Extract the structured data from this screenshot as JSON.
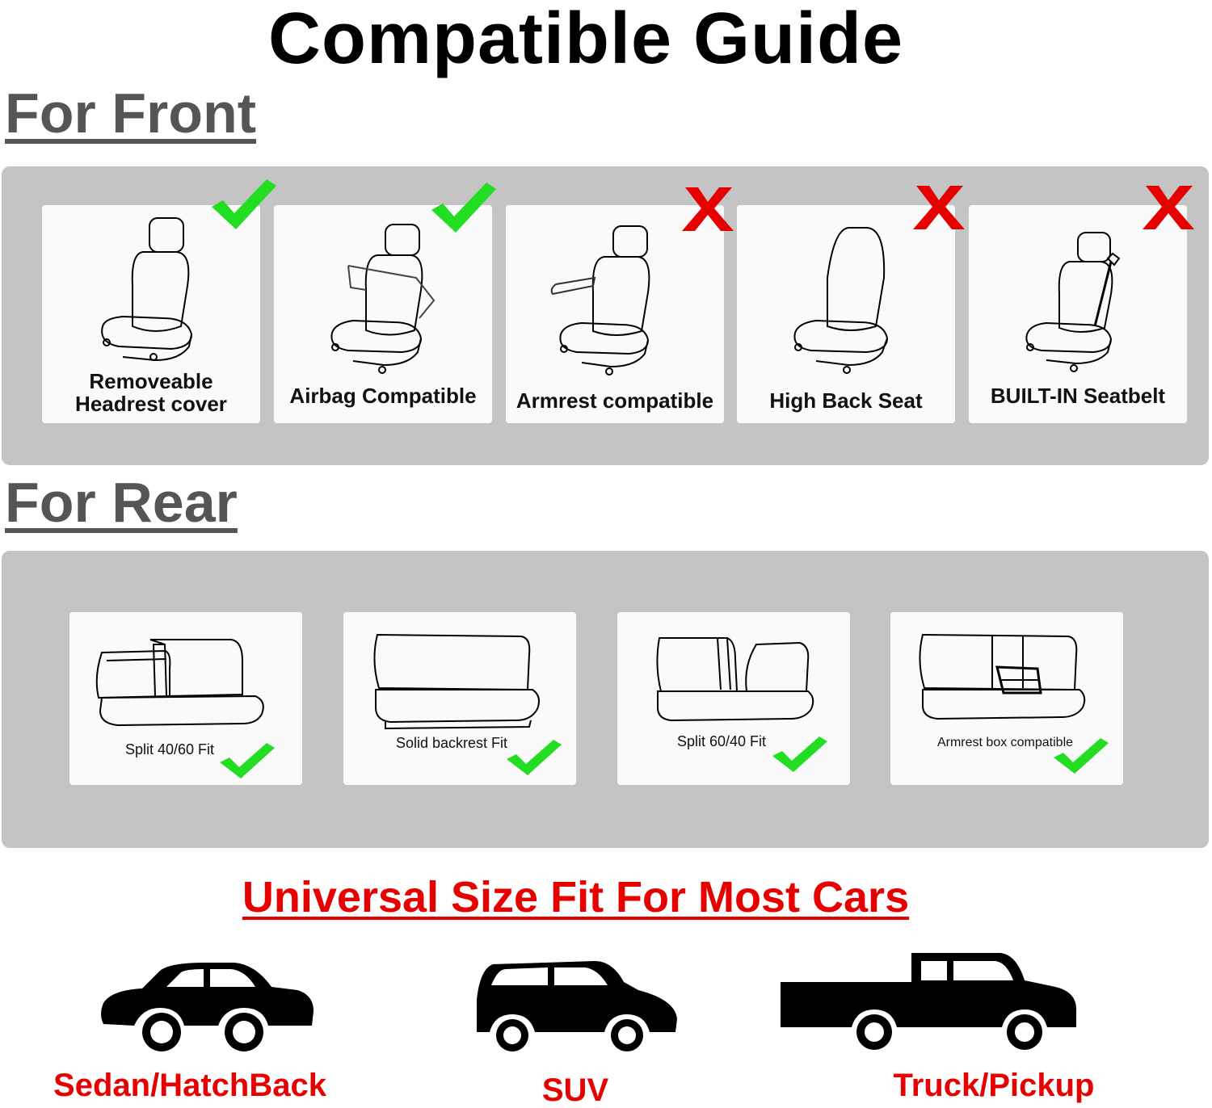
{
  "title": "Compatible Guide",
  "front": {
    "heading": "For Front",
    "items": [
      {
        "label": "Removeable Headrest cover",
        "status": "yes"
      },
      {
        "label": "Airbag Compatible",
        "status": "yes"
      },
      {
        "label": "Armrest compatible",
        "status": "no"
      },
      {
        "label": "High Back Seat",
        "status": "no"
      },
      {
        "label": "BUILT-IN Seatbelt",
        "status": "no"
      }
    ]
  },
  "rear": {
    "heading": "For Rear",
    "items": [
      {
        "label": "Split 40/60 Fit",
        "status": "yes"
      },
      {
        "label": "Solid backrest Fit",
        "status": "yes"
      },
      {
        "label": "Split 60/40 Fit",
        "status": "yes"
      },
      {
        "label": "Armrest box compatible",
        "status": "yes"
      }
    ]
  },
  "universal": {
    "title": "Universal Size Fit For Most Cars",
    "cars": [
      {
        "label": "Sedan/HatchBack",
        "icon": "sedan-icon"
      },
      {
        "label": "SUV",
        "icon": "suv-icon"
      },
      {
        "label": "Truck/Pickup",
        "icon": "truck-icon"
      }
    ]
  },
  "colors": {
    "check": "#22dd22",
    "cross": "#e60000",
    "panel": "#c4c4c4",
    "heading_red": "#e60000"
  }
}
